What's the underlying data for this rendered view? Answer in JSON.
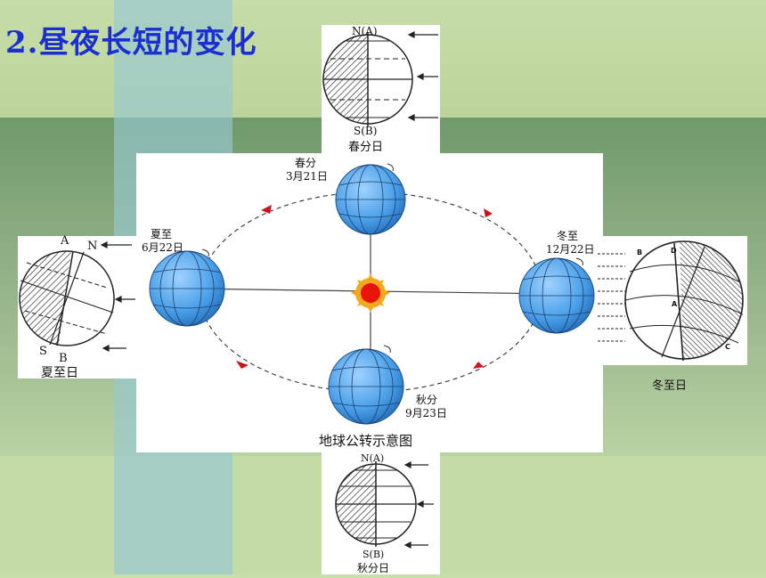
{
  "title": "2.昼夜长短的变化",
  "orbit": {
    "caption": "地球公转示意图",
    "spring": {
      "name": "春分",
      "date": "3月21日"
    },
    "summer": {
      "name": "夏至",
      "date": "6月22日"
    },
    "autumn": {
      "name": "秋分",
      "date": "9月23日"
    },
    "winter": {
      "name": "冬至",
      "date": "12月22日"
    }
  },
  "spring_panel": {
    "north": "N(A)",
    "south": "S(B)",
    "caption": "春分日"
  },
  "summer_panel": {
    "a": "A",
    "n": "N",
    "s": "S",
    "b": "B",
    "caption": "夏至日"
  },
  "winter_panel": {
    "caption": "冬至日",
    "labels": [
      "B",
      "D",
      "A",
      "C"
    ]
  },
  "autumn_panel": {
    "north": "N(A)",
    "south": "S(B)",
    "caption": "秋分日"
  },
  "colors": {
    "title": "#1b2fd0",
    "globe": "#4a9fe8",
    "sun": "#e8140c",
    "arrow": "#d0101a"
  }
}
